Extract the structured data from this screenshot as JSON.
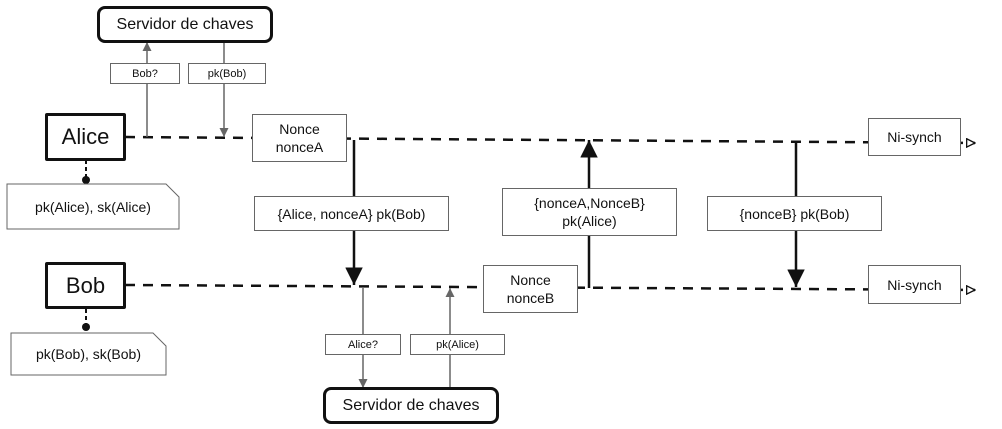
{
  "key_server_top": "Servidor de chaves",
  "key_server_bottom": "Servidor de chaves",
  "alice": {
    "name": "Alice",
    "keys": "pk(Alice), sk(Alice)",
    "query": "Bob?",
    "reply": "pk(Bob)"
  },
  "bob": {
    "name": "Bob",
    "keys": "pk(Bob), sk(Bob)",
    "query": "Alice?",
    "reply": "pk(Alice)"
  },
  "nonce_alice": [
    "Nonce",
    "nonceA"
  ],
  "nonce_bob": [
    "Nonce",
    "nonceB"
  ],
  "messages": {
    "m1": "{Alice, nonceA} pk(Bob)",
    "m2": [
      "{nonceA,NonceB}",
      "pk(Alice)"
    ],
    "m3": "{nonceB} pk(Bob)"
  },
  "claims": {
    "alice": "Ni-synch",
    "bob": "Ni-synch"
  }
}
